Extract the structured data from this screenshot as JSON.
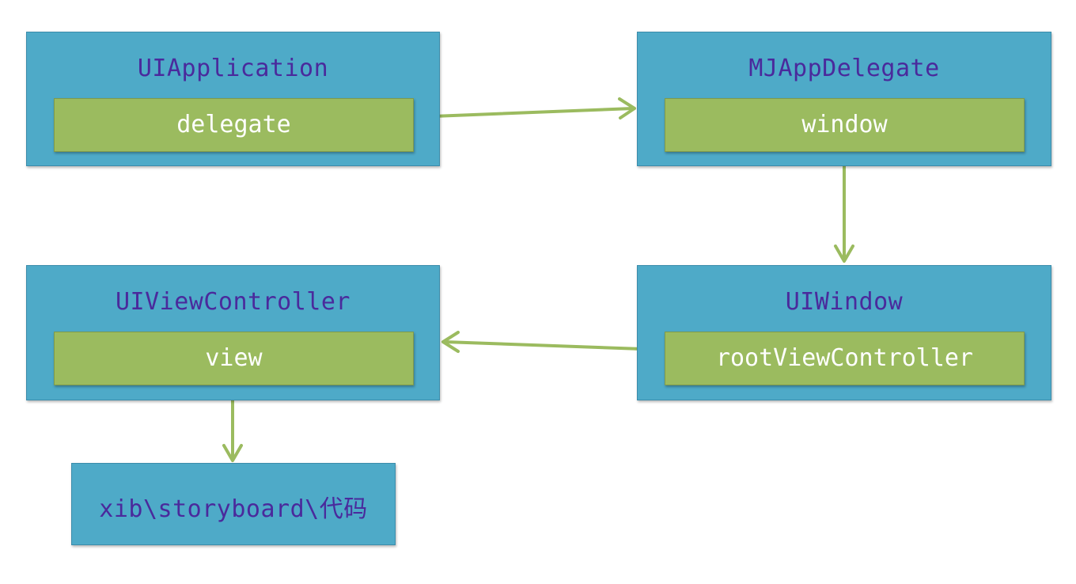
{
  "colors": {
    "box_fill": "#4eaac8",
    "field_fill": "#9bbb5f",
    "title_text": "#4a2a9c",
    "field_text": "#ffffff",
    "arrow": "#9bbb5f"
  },
  "nodes": {
    "ui_application": {
      "title": "UIApplication",
      "field": "delegate"
    },
    "mj_app_delegate": {
      "title": "MJAppDelegate",
      "field": "window"
    },
    "ui_window": {
      "title": "UIWindow",
      "field": "rootViewController"
    },
    "ui_view_controller": {
      "title": "UIViewController",
      "field": "view"
    },
    "view_source": {
      "title": "xib\\storyboard\\代码"
    }
  },
  "edges": [
    {
      "from": "ui_application.delegate",
      "to": "mj_app_delegate"
    },
    {
      "from": "mj_app_delegate.window",
      "to": "ui_window"
    },
    {
      "from": "ui_window.rootViewController",
      "to": "ui_view_controller"
    },
    {
      "from": "ui_view_controller.view",
      "to": "view_source"
    }
  ]
}
